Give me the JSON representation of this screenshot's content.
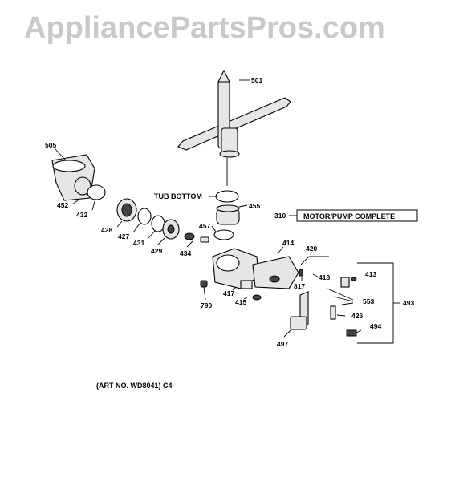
{
  "watermark": "AppliancePartsPros.com",
  "labels": {
    "p501": "501",
    "p505": "505",
    "p452": "452",
    "p432": "432",
    "tub_bottom": "TUB BOTTOM",
    "p455": "455",
    "p310": "310",
    "motor_pump": "MOTOR/PUMP COMPLETE",
    "p428": "428",
    "p427": "427",
    "p431": "431",
    "p429": "429",
    "p457": "457",
    "p434": "434",
    "p414": "414",
    "p420": "420",
    "p413": "413",
    "p418": "418",
    "p817": "817",
    "p417": "417",
    "p415": "415",
    "p790": "790",
    "p553": "553",
    "p493": "493",
    "p426": "426",
    "p494": "494",
    "p497": "497",
    "art_no": "(ART NO. WD8041) C4"
  }
}
